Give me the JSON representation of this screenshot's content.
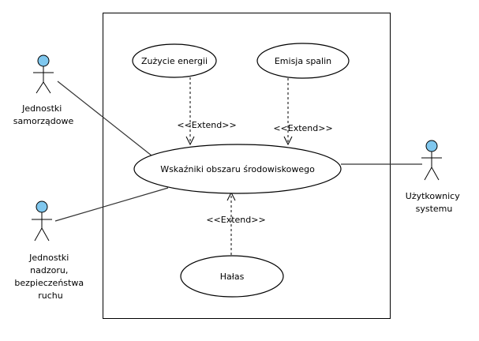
{
  "colors": {
    "actor_head": "#7fc7ee",
    "stroke": "#000000",
    "background": "#ffffff"
  },
  "use_cases": {
    "main": "Wskaźniki obszaru środowiskowego",
    "energy": "Zużycie energii",
    "emission": "Emisja spalin",
    "noise": "Hałas"
  },
  "relations": {
    "extend_energy": "<<Extend>>",
    "extend_emission": "<<Extend>>",
    "extend_noise": "<<Extend>>"
  },
  "actors": {
    "local_gov": [
      "Jednostki",
      "samorządowe"
    ],
    "supervision": [
      "Jednostki",
      "nadzoru,",
      "bezpieczeństwa",
      "ruchu"
    ],
    "users": [
      "Użytkownicy",
      "systemu"
    ]
  }
}
